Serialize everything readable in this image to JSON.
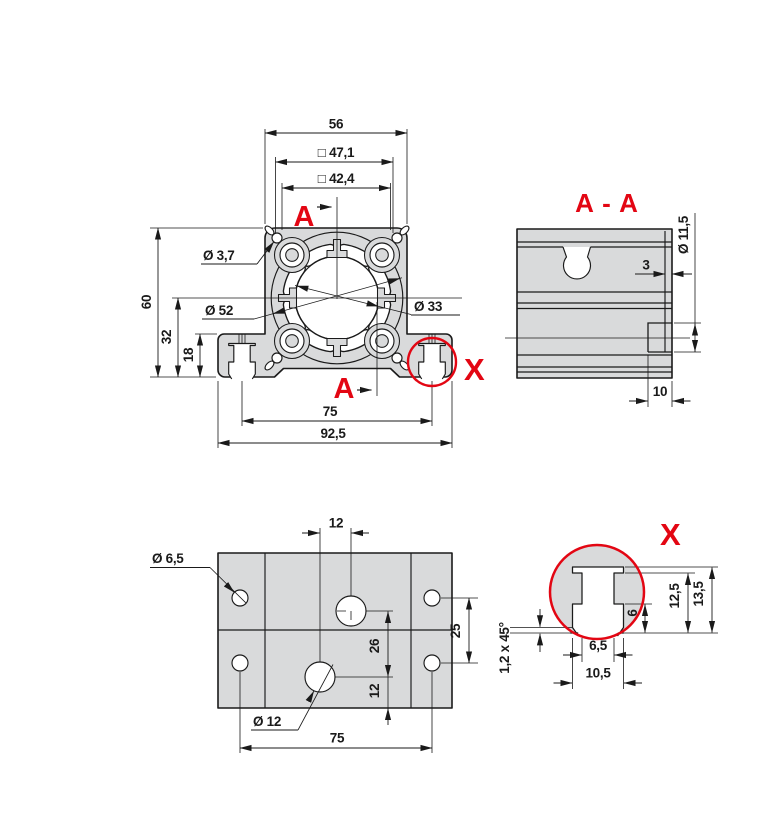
{
  "colors": {
    "body_fill": "#d9dadb",
    "line": "#1a1a1a",
    "accent_red": "#e30613",
    "background": "#ffffff"
  },
  "front_view": {
    "dim_width_top": "56",
    "dim_square_outer": "□ 47,1",
    "dim_square_inner": "□ 42,4",
    "dim_height": "60",
    "dim_center_height": "32",
    "dim_foot_height": "18",
    "dim_slot_pitch": "75",
    "dim_base_width": "92,5",
    "label_pilot_hole": "Ø 3,7",
    "label_ring": "Ø 52",
    "label_bore": "Ø 33",
    "section_marker": "A",
    "detail_marker": "X"
  },
  "section_view": {
    "title": "A - A",
    "dim_wall": "3",
    "dim_hole": "Ø 11,5",
    "dim_depth": "10"
  },
  "bottom_view": {
    "dim_hole_offset": "12",
    "dim_right_hole_spacing": "25",
    "dim_big_hole_spacing": "26",
    "dim_edge_distance": "12",
    "dim_hole_pitch": "75",
    "label_small_hole": "Ø 6,5",
    "label_big_hole": "Ø 12"
  },
  "detail_view": {
    "title": "X",
    "dim_cavity_height": "6",
    "dim_inner_height": "12,5",
    "dim_total_height": "13,5",
    "dim_neck_width": "6,5",
    "dim_cavity_width": "10,5",
    "dim_chamfer": "1,2 x 45°"
  }
}
